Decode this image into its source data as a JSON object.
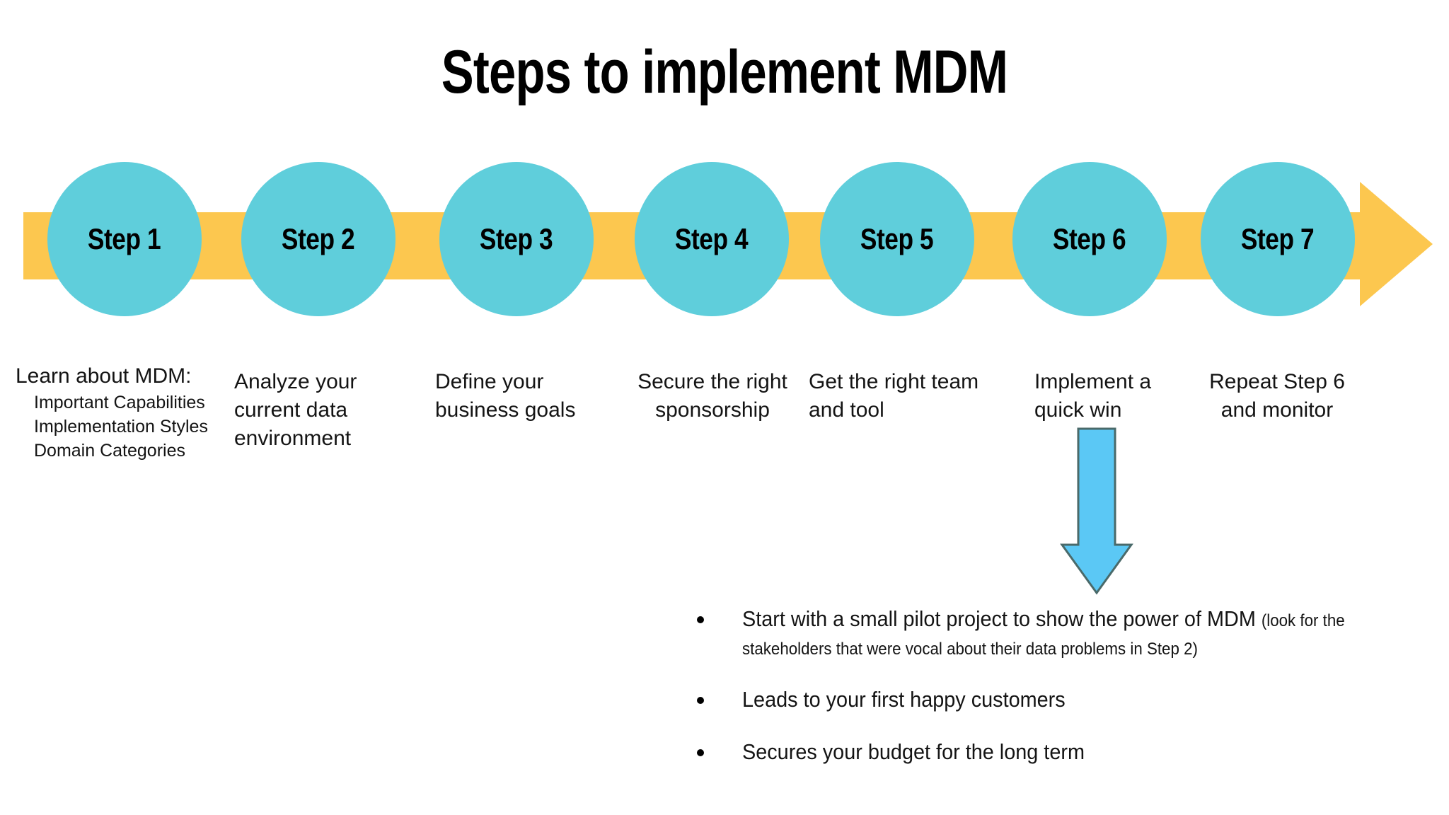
{
  "title": "Steps to implement MDM",
  "colors": {
    "circle_teal": "#5fcedb",
    "band_orange": "#fcc74f",
    "down_arrow_blue": "#5bc8f5",
    "down_arrow_outline": "#4a6a6a",
    "text_black": "#141414",
    "background": "#ffffff"
  },
  "process": {
    "steps": [
      {
        "badge": "Step 1",
        "caption_main": "Learn about MDM:",
        "caption_sub": [
          "Important Capabilities",
          "Implementation Styles",
          "Domain Categories"
        ],
        "align": "left"
      },
      {
        "badge": "Step 2",
        "caption_main": "Analyze your current data environment",
        "caption_sub": [],
        "align": "left"
      },
      {
        "badge": "Step 3",
        "caption_main": "Define your business goals",
        "caption_sub": [],
        "align": "left"
      },
      {
        "badge": "Step 4",
        "caption_main": "Secure the right sponsorship",
        "caption_sub": [],
        "align": "center"
      },
      {
        "badge": "Step 5",
        "caption_main": "Get the right team and tool",
        "caption_sub": [],
        "align": "left"
      },
      {
        "badge": "Step 6",
        "caption_main": "Implement a quick win",
        "caption_sub": [],
        "align": "left"
      },
      {
        "badge": "Step 7",
        "caption_main": "Repeat Step 6 and monitor",
        "caption_sub": [],
        "align": "center"
      }
    ]
  },
  "detail": {
    "connector_icon": "down-arrow-icon",
    "bullets": [
      {
        "text": "Start with a small pilot project to show the power of MDM ",
        "note": "(look for the stakeholders that were vocal about their data problems in Step 2)"
      },
      {
        "text": "Leads to your first happy customers",
        "note": ""
      },
      {
        "text": "Secures your budget for the long term",
        "note": ""
      }
    ]
  }
}
